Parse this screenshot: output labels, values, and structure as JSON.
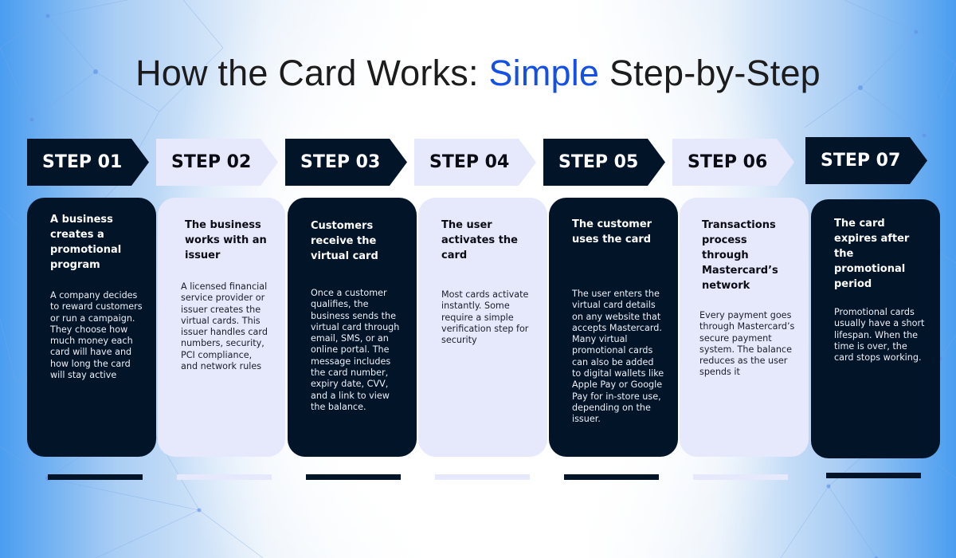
{
  "title": {
    "prefix": "How the Card Works: ",
    "accent": "Simple",
    "suffix": " Step-by-Step",
    "accent_color": "#1450e6"
  },
  "colors": {
    "dark": "#021428",
    "light": "#e6e8fc"
  },
  "steps": [
    {
      "label": "STEP 01",
      "theme": "dark",
      "heading": "A business creates a promotional program",
      "body": "A company decides to reward customers or run a campaign. They choose how much money each card will have and how long the card will stay active"
    },
    {
      "label": "STEP 02",
      "theme": "light",
      "heading": "The business works with an issuer",
      "body": "A licensed financial service provider or issuer creates the virtual cards. This issuer handles card numbers, security, PCI compliance, and network rules"
    },
    {
      "label": "STEP 03",
      "theme": "dark",
      "heading": "Customers receive the virtual card",
      "body": "Once a customer qualifies, the business sends the virtual card through email, SMS, or an online portal. The message includes the card number, expiry date, CVV, and a link to view the balance."
    },
    {
      "label": "STEP 04",
      "theme": "light",
      "heading": "The user activates the card",
      "body": "Most cards activate instantly. Some require a simple verification step for security"
    },
    {
      "label": "STEP 05",
      "theme": "dark",
      "heading": "The customer uses the card",
      "body": "The user enters the virtual card details on any website that accepts Mastercard. Many virtual promotional cards can also be added to digital wallets like Apple Pay or Google Pay for in-store use, depending on the issuer."
    },
    {
      "label": "STEP 06",
      "theme": "light",
      "heading": "Transactions process through Mastercard’s network",
      "body": "Every payment goes through Mastercard’s secure payment system. The balance reduces as the user spends it"
    },
    {
      "label": "STEP 07",
      "theme": "dark",
      "heading": "The card expires after the promotional period",
      "body": "Promotional cards usually have a short lifespan. When the time is over, the card stops working."
    }
  ]
}
